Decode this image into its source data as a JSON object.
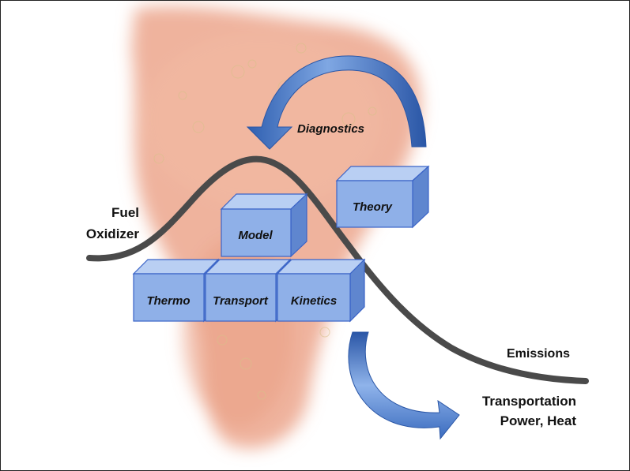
{
  "labels": {
    "fuel": "Fuel",
    "oxidizer": "Oxidizer",
    "emissions": "Emissions",
    "transportation": "Transportation",
    "power_heat": "Power, Heat",
    "diagnostics": "Diagnostics"
  },
  "blocks": {
    "theory": "Theory",
    "model": "Model",
    "thermo": "Thermo",
    "transport": "Transport",
    "kinetics": "Kinetics"
  },
  "colors": {
    "flame": "#e9a48a",
    "box_front": "#8fb0e8",
    "box_top": "#b9cff3",
    "box_side": "#5f86cf",
    "box_edge": "#3a63c7",
    "arrow": "#3f74c4",
    "curve": "#4a4a4a"
  }
}
